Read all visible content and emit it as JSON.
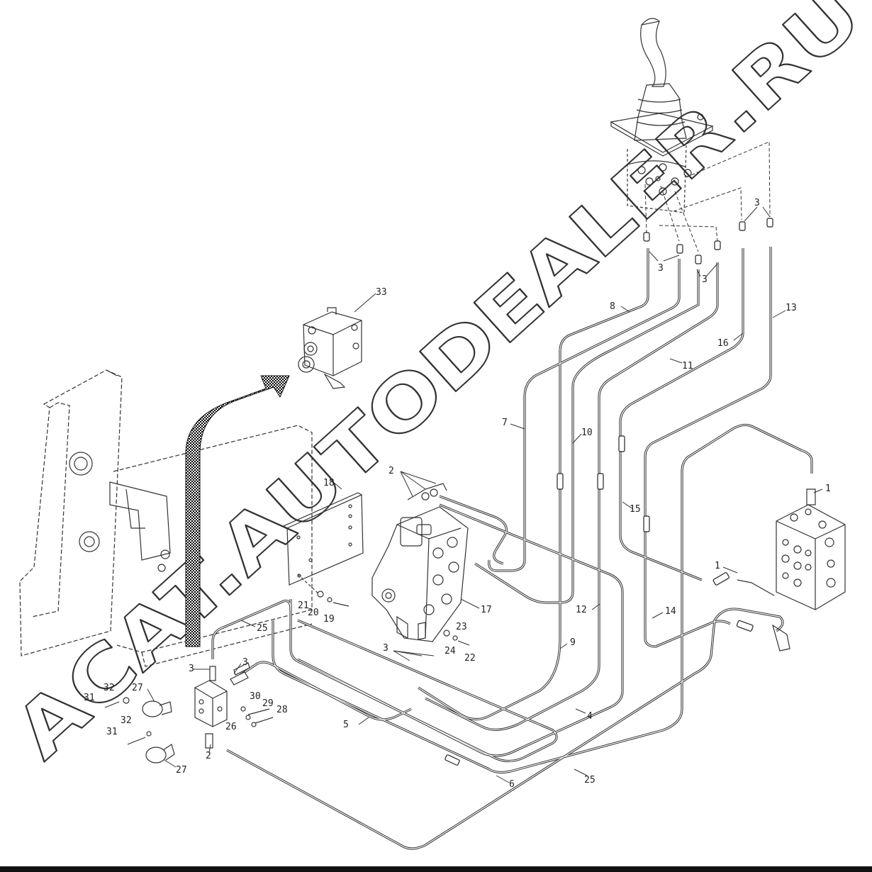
{
  "watermark": "ACAT.AUTODEALER.RU",
  "callouts": [
    {
      "id": "33",
      "text": "33"
    },
    {
      "id": "8",
      "text": "8"
    },
    {
      "id": "3a",
      "text": "3"
    },
    {
      "id": "3b",
      "text": "3"
    },
    {
      "id": "3c",
      "text": "3"
    },
    {
      "id": "13",
      "text": "13"
    },
    {
      "id": "16",
      "text": "16"
    },
    {
      "id": "11",
      "text": "11"
    },
    {
      "id": "7",
      "text": "7"
    },
    {
      "id": "10",
      "text": "10"
    },
    {
      "id": "18",
      "text": "18"
    },
    {
      "id": "2a",
      "text": "2"
    },
    {
      "id": "15",
      "text": "15"
    },
    {
      "id": "1a",
      "text": "1"
    },
    {
      "id": "1b",
      "text": "1"
    },
    {
      "id": "17",
      "text": "17"
    },
    {
      "id": "12",
      "text": "12"
    },
    {
      "id": "21",
      "text": "21"
    },
    {
      "id": "20",
      "text": "20"
    },
    {
      "id": "19",
      "text": "19"
    },
    {
      "id": "25a",
      "text": "25"
    },
    {
      "id": "14",
      "text": "14"
    },
    {
      "id": "23",
      "text": "23"
    },
    {
      "id": "24",
      "text": "24"
    },
    {
      "id": "22",
      "text": "22"
    },
    {
      "id": "9",
      "text": "9"
    },
    {
      "id": "3d",
      "text": "3"
    },
    {
      "id": "3e",
      "text": "3"
    },
    {
      "id": "3f",
      "text": "3"
    },
    {
      "id": "32a",
      "text": "32"
    },
    {
      "id": "27a",
      "text": "27"
    },
    {
      "id": "31a",
      "text": "31"
    },
    {
      "id": "30",
      "text": "30"
    },
    {
      "id": "29",
      "text": "29"
    },
    {
      "id": "28",
      "text": "28"
    },
    {
      "id": "26",
      "text": "26"
    },
    {
      "id": "32b",
      "text": "32"
    },
    {
      "id": "31b",
      "text": "31"
    },
    {
      "id": "5",
      "text": "5"
    },
    {
      "id": "4",
      "text": "4"
    },
    {
      "id": "2b",
      "text": "2"
    },
    {
      "id": "27b",
      "text": "27"
    },
    {
      "id": "6",
      "text": "6"
    },
    {
      "id": "25b",
      "text": "25"
    }
  ]
}
